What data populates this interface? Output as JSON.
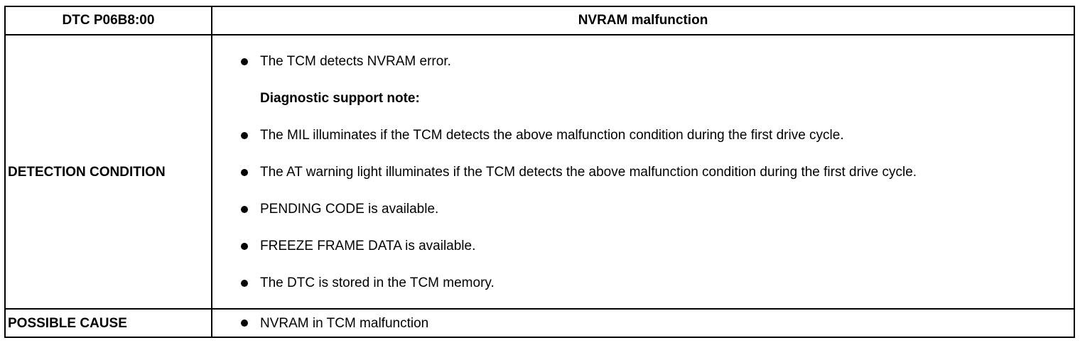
{
  "header": {
    "code": "DTC P06B8:00",
    "title": "NVRAM malfunction"
  },
  "detection": {
    "label": "DETECTION CONDITION",
    "items": [
      {
        "text": "The TCM detects NVRAM error.",
        "bullet": true
      },
      {
        "text": "Diagnostic support note:",
        "bullet": false
      },
      {
        "text": "The MIL illuminates if the TCM detects the above malfunction condition during the first drive cycle.",
        "bullet": true
      },
      {
        "text": "The AT warning light illuminates if the TCM detects the above malfunction condition during the first drive cycle.",
        "bullet": true
      },
      {
        "text": "PENDING CODE is available.",
        "bullet": true
      },
      {
        "text": "FREEZE FRAME DATA is available.",
        "bullet": true
      },
      {
        "text": "The DTC is stored in the TCM memory.",
        "bullet": true
      }
    ]
  },
  "possible_cause": {
    "label": "POSSIBLE CAUSE",
    "items": [
      {
        "text": "NVRAM in TCM malfunction",
        "bullet": true
      }
    ]
  },
  "icons": {
    "bullet": "bullet-dot-icon"
  }
}
